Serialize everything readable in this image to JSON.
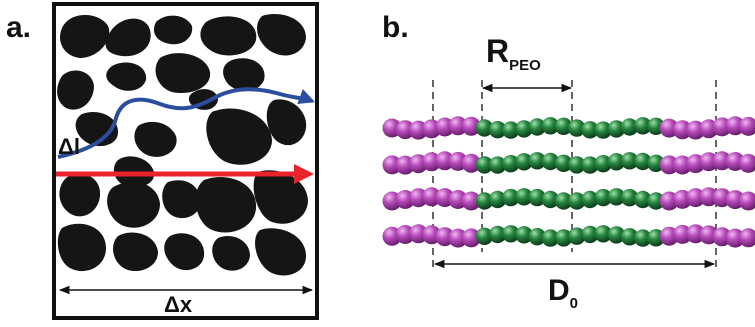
{
  "panel_a": {
    "label": "a.",
    "path_length_label": "Δl",
    "width_label": "Δx",
    "colors": {
      "particles": "#151515",
      "tortuous_path": "#2a4d9e",
      "straight_path": "#e8232a"
    }
  },
  "panel_b": {
    "label": "b.",
    "r_label": "R",
    "r_subscript": "PEO",
    "d_label": "D",
    "d_subscript": "0",
    "colors": {
      "peo_block": "#1f7a3a",
      "end_block": "#a23aa6"
    },
    "chains": 4
  }
}
